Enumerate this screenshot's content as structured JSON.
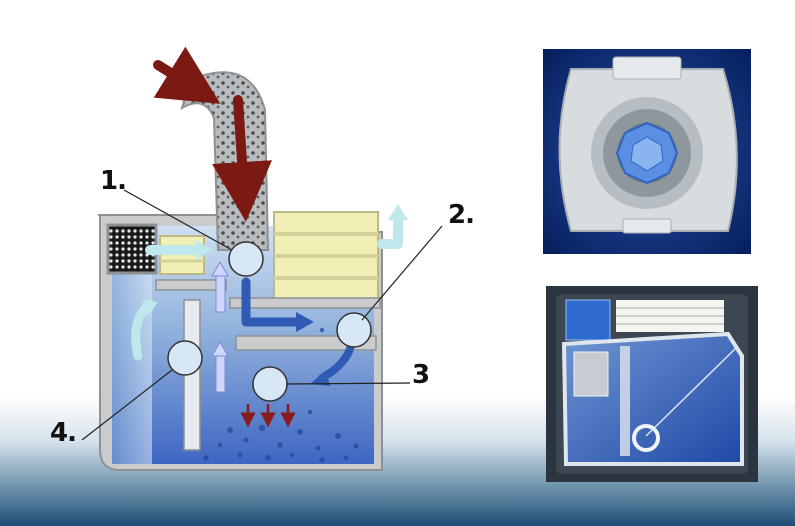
{
  "labels": {
    "callout_1": "1.",
    "callout_2": "2.",
    "callout_3": "3",
    "callout_4": "4."
  },
  "colors": {
    "flow_arrow": "#7a1a12",
    "air_arrow": "#bfe8ec",
    "water_light": "#a8c7e6",
    "water_dark": "#2f5bb5",
    "filter_yellow": "#f1efb6",
    "housing_gray": "#c9cbcd"
  },
  "icons": [
    "inlet-pipe",
    "mesh-filter",
    "honeycomb-filter",
    "bubble-magnifier",
    "flow-arrow"
  ]
}
